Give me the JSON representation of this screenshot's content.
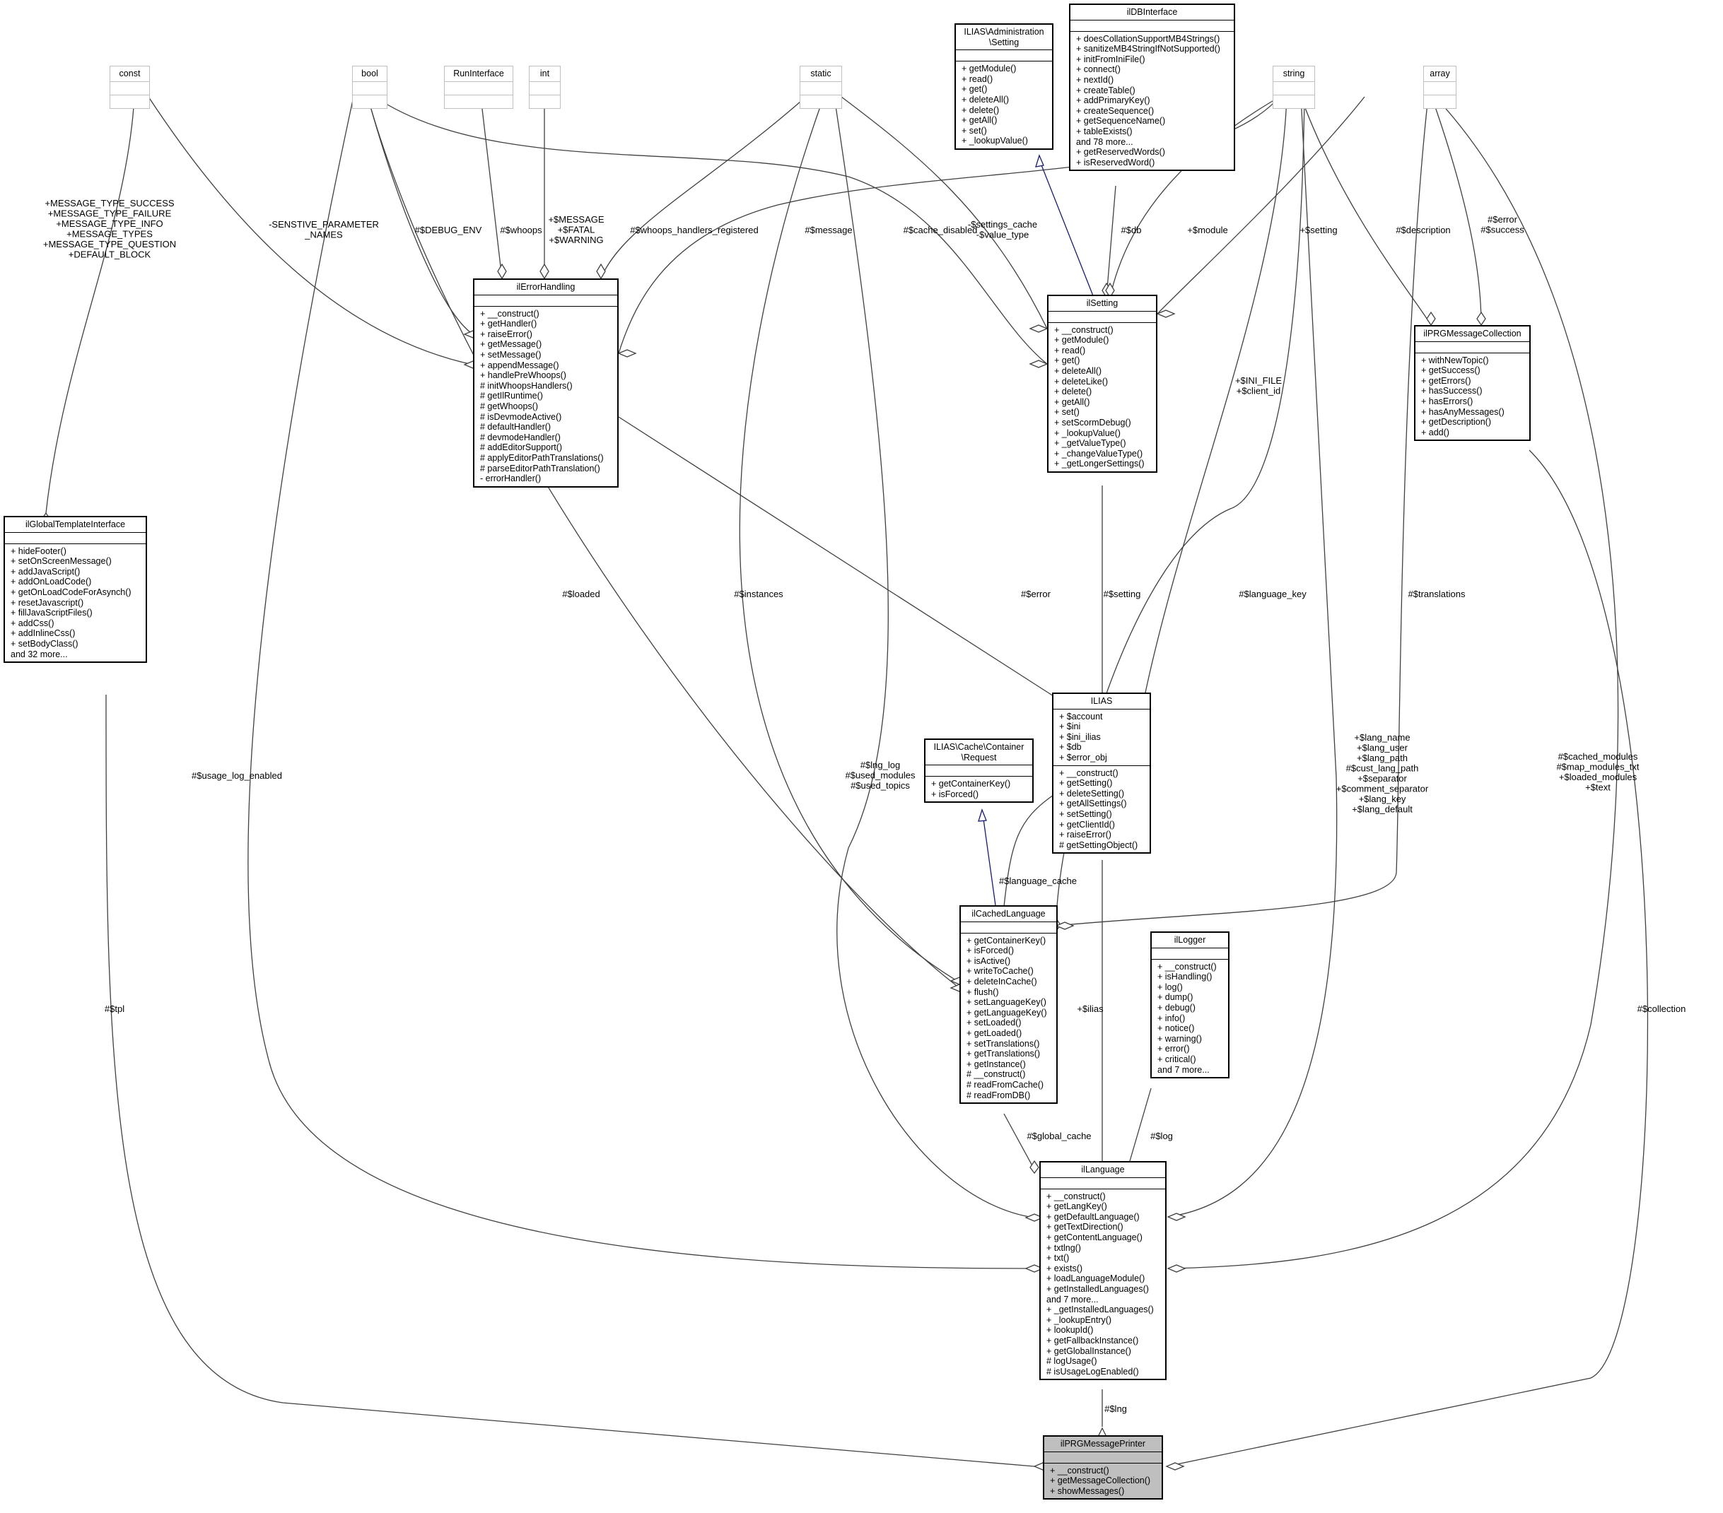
{
  "nodes": {
    "ilPRGMessagePrinter": {
      "title": "ilPRGMessagePrinter",
      "attrs": [],
      "ops": [
        "+ __construct()",
        "+ getMessageCollection()",
        "+ showMessages()"
      ]
    },
    "ilLanguage": {
      "title": "ilLanguage",
      "attrs": [],
      "ops": [
        "+ __construct()",
        "+ getLangKey()",
        "+ getDefaultLanguage()",
        "+ getTextDirection()",
        "+ getContentLanguage()",
        "+ txtlng()",
        "+ txt()",
        "+ exists()",
        "+ loadLanguageModule()",
        "+ getInstalledLanguages()",
        "and 7 more...",
        "+ _getInstalledLanguages()",
        "+ _lookupEntry()",
        "+ lookupId()",
        "+ getFallbackInstance()",
        "+ getGlobalInstance()",
        "# logUsage()",
        "# isUsageLogEnabled()"
      ]
    },
    "ilCachedLanguage": {
      "title": "ilCachedLanguage",
      "attrs": [],
      "ops": [
        "+ getContainerKey()",
        "+ isForced()",
        "+ isActive()",
        "+ writeToCache()",
        "+ deleteInCache()",
        "+ flush()",
        "+ setLanguageKey()",
        "+ getLanguageKey()",
        "+ setLoaded()",
        "+ getLoaded()",
        "+ setTranslations()",
        "+ getTranslations()",
        "+ getInstance()",
        "# __construct()",
        "# readFromCache()",
        "# readFromDB()"
      ]
    },
    "ilLogger": {
      "title": "ilLogger",
      "attrs": [],
      "ops": [
        "+ __construct()",
        "+ isHandling()",
        "+ log()",
        "+ dump()",
        "+ debug()",
        "+ info()",
        "+ notice()",
        "+ warning()",
        "+ error()",
        "+ critical()",
        "and 7 more..."
      ]
    },
    "ILIAS": {
      "title": "ILIAS",
      "attrs": [
        "+ $account",
        "+ $ini",
        "+ $ini_ilias",
        "+ $db",
        "+ $error_obj"
      ],
      "ops": [
        "+ __construct()",
        "+ getSetting()",
        "+ deleteSetting()",
        "+ getAllSettings()",
        "+ setSetting()",
        "+ getClientId()",
        "+ raiseError()",
        "# getSettingObject()"
      ]
    },
    "CacheRequest": {
      "title": "ILIAS\\Cache\\Container\n\\Request",
      "attrs": [],
      "ops": [
        "+ getContainerKey()",
        "+ isForced()"
      ]
    },
    "ilErrorHandling": {
      "title": "ilErrorHandling",
      "attrs": [],
      "ops": [
        "+ __construct()",
        "+ getHandler()",
        "+ raiseError()",
        "+ getMessage()",
        "+ setMessage()",
        "+ appendMessage()",
        "+ handlePreWhoops()",
        "# initWhoopsHandlers()",
        "# getIlRuntime()",
        "# getWhoops()",
        "# isDevmodeActive()",
        "# defaultHandler()",
        "# devmodeHandler()",
        "# addEditorSupport()",
        "# applyEditorPathTranslations()",
        "# parseEditorPathTranslation()",
        "- errorHandler()"
      ]
    },
    "ilSetting": {
      "title": "ilSetting",
      "attrs": [],
      "ops": [
        "+ __construct()",
        "+ getModule()",
        "+ read()",
        "+ get()",
        "+ deleteAll()",
        "+ deleteLike()",
        "+ delete()",
        "+ getAll()",
        "+ set()",
        "+ setScormDebug()",
        "+ _lookupValue()",
        "+ _getValueType()",
        "+ _changeValueType()",
        "+ _getLongerSettings()"
      ]
    },
    "AdminSetting": {
      "title": "ILIAS\\Administration\n\\Setting",
      "attrs": [],
      "ops": [
        "+ getModule()",
        "+ read()",
        "+ get()",
        "+ deleteAll()",
        "+ delete()",
        "+ getAll()",
        "+ set()",
        "+ _lookupValue()"
      ]
    },
    "ilDBInterface": {
      "title": "ilDBInterface",
      "attrs": [],
      "ops": [
        "+ doesCollationSupportMB4Strings()",
        "+ sanitizeMB4StringIfNotSupported()",
        "+ initFromIniFile()",
        "+ connect()",
        "+ nextId()",
        "+ createTable()",
        "+ addPrimaryKey()",
        "+ createSequence()",
        "+ getSequenceName()",
        "+ tableExists()",
        "and 78 more...",
        "+ getReservedWords()",
        "+ isReservedWord()"
      ]
    },
    "ilPRGMessageCollection": {
      "title": "ilPRGMessageCollection",
      "attrs": [],
      "ops": [
        "+ withNewTopic()",
        "+ getSuccess()",
        "+ getErrors()",
        "+ hasSuccess()",
        "+ hasErrors()",
        "+ hasAnyMessages()",
        "+ getDescription()",
        "+ add()"
      ]
    },
    "ilGlobalTemplateInterface": {
      "title": "ilGlobalTemplateInterface",
      "attrs": [],
      "ops": [
        "+ hideFooter()",
        "+ setOnScreenMessage()",
        "+ addJavaScript()",
        "+ addOnLoadCode()",
        "+ getOnLoadCodeForAsynch()",
        "+ resetJavascript()",
        "+ fillJavaScriptFiles()",
        "+ addCss()",
        "+ addInlineCss()",
        "+ setBodyClass()",
        "and 32 more..."
      ]
    },
    "const": {
      "title": "const",
      "attrs": [],
      "ops": []
    },
    "bool": {
      "title": "bool",
      "attrs": [],
      "ops": []
    },
    "RunInterface": {
      "title": "RunInterface",
      "attrs": [],
      "ops": []
    },
    "int": {
      "title": "int",
      "attrs": [],
      "ops": []
    },
    "static": {
      "title": "static",
      "attrs": [],
      "ops": []
    },
    "string": {
      "title": "string",
      "attrs": [],
      "ops": []
    },
    "array": {
      "title": "array",
      "attrs": [],
      "ops": []
    }
  },
  "edge_labels": {
    "tpl": "#$tpl",
    "collection": "#$collection",
    "lng": "#$lng",
    "usage_log_enabled": "#$usage_log_enabled",
    "lng_log": "#$lng_log\n#$used_modules\n#$used_topics",
    "lang_name": "+$lang_name\n+$lang_user\n+$lang_path\n#$cust_lang_path\n+$separator\n+$comment_separator\n+$lang_key\n+$lang_default",
    "cached_modules": "#$cached_modules\n#$map_modules_txt\n+$loaded_modules\n+$text",
    "global_cache": "#$global_cache",
    "log": "#$log",
    "ilias": "+$ilias",
    "language_cache": "#$language_cache",
    "loaded": "#$loaded",
    "instances": "#$instances",
    "language_key": "#$language_key",
    "translations": "#$translations",
    "error": "#$error",
    "setting_ilias": "#$setting",
    "ini_file": "+$INI_FILE\n+$client_id",
    "message_types": "+MESSAGE_TYPE_SUCCESS\n+MESSAGE_TYPE_FAILURE\n+MESSAGE_TYPE_INFO\n+MESSAGE_TYPES\n+MESSAGE_TYPE_QUESTION\n+DEFAULT_BLOCK",
    "sensitive": "-SENSTIVE_PARAMETER\n_NAMES",
    "debug_env": "#$DEBUG_ENV",
    "whoops": "#$whoops",
    "message_fatal": "+$MESSAGE\n+$FATAL\n+$WARNING",
    "whoops_registered": "#$whoops_handlers_registered",
    "message": "#$message",
    "cache_disabled": "#$cache_disabled",
    "settings_cache": "-$settings_cache\n-$value_type",
    "db": "#$db",
    "module": "+$module",
    "setting_str": "+$setting",
    "description": "#$description",
    "error_success": "#$error\n#$success"
  }
}
